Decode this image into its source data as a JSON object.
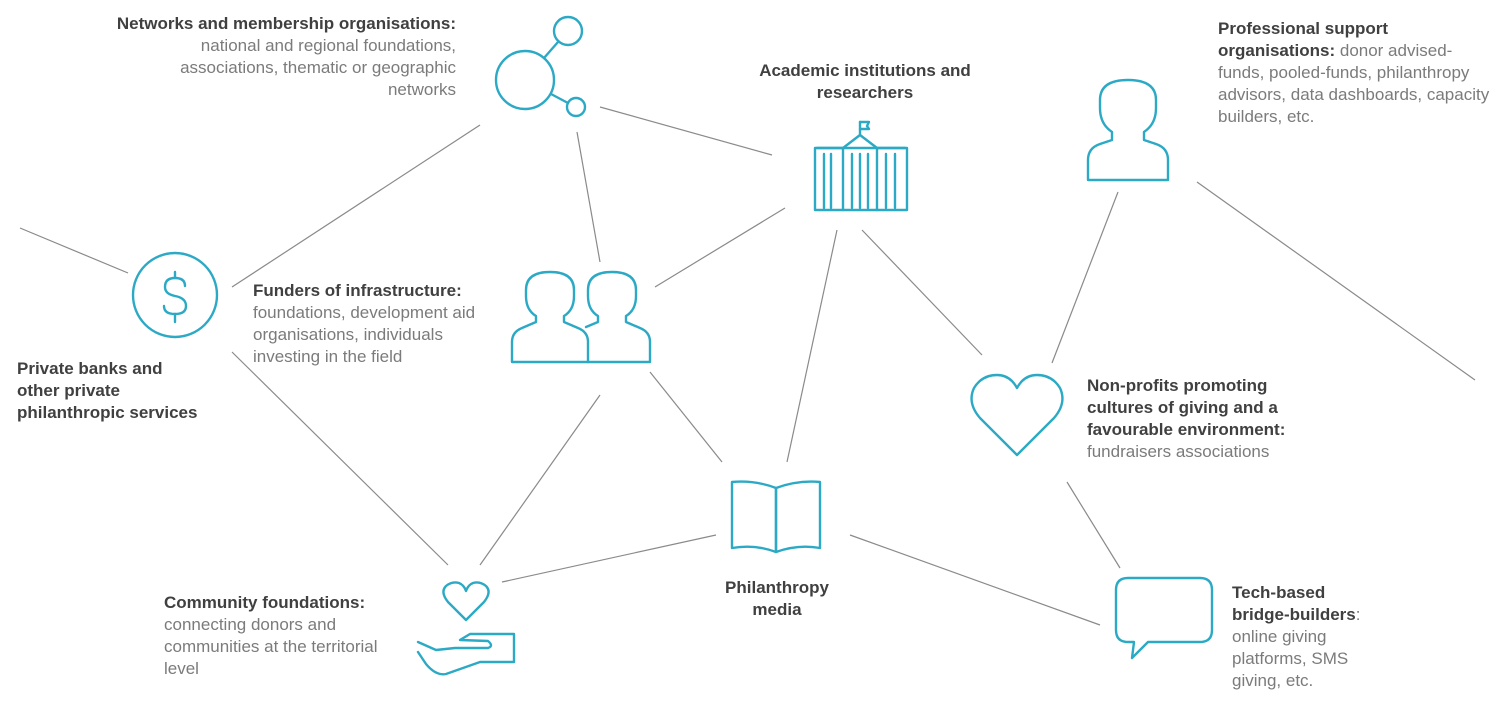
{
  "nodes": {
    "networks": {
      "title": "Networks and membership organisations:",
      "desc": "national and regional foundations, associations, thematic or geographic networks",
      "icon": "network-share-icon"
    },
    "academic": {
      "title": "Academic  institutions and researchers",
      "icon": "institution-building-icon"
    },
    "professional": {
      "title": "Professional support organisations:",
      "desc": "donor advised-funds, pooled-funds, philanthropy  advisors, data dashboards, capacity builders, etc.",
      "icon": "person-icon"
    },
    "private_banks": {
      "title": "Private banks and other private philanthropic services",
      "icon": "dollar-icon"
    },
    "funders": {
      "title": "Funders of infrastructure:",
      "desc": "foundations, development aid organisations, individuals investing in the field",
      "icon": "two-people-icon"
    },
    "nonprofits": {
      "title": "Non-profits promoting cultures of giving and a favourable environment:",
      "desc": "fundraisers associations",
      "icon": "heart-icon"
    },
    "media": {
      "title": "Philanthropy media",
      "icon": "open-book-icon"
    },
    "community": {
      "title": "Community  foundations:",
      "desc": "connecting donors and communities at the territorial level",
      "icon": "hand-heart-icon"
    },
    "tech": {
      "title": "Tech-based bridge-builders",
      "title_suffix": ":",
      "desc": "online giving platforms, SMS giving, etc.",
      "icon": "speech-bubble-icon"
    }
  },
  "colors": {
    "icon": "#2ca9c4",
    "connector": "#8a8a8a",
    "title": "#404040",
    "text": "#7b7b7b"
  }
}
